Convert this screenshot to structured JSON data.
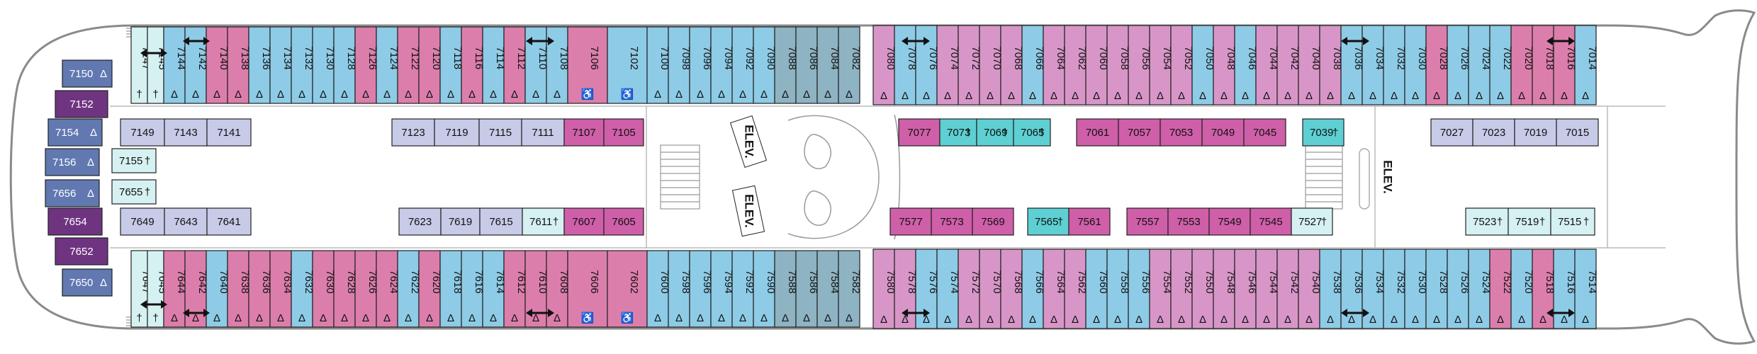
{
  "legend_colors": {
    "interior": "#c7cbe8",
    "oceanview": "#8ecbe6",
    "balcony": "#dc7eab",
    "balcony_alt": "#d896c8",
    "spa": "#5ecfd2",
    "deluxe": "#cf5fa8",
    "aqua": "#d6f1f1",
    "suite_blue": "#6178b1",
    "suite_purple": "#6f3480",
    "slate": "#8eb3c2"
  },
  "symbols": {
    "access": "Δ",
    "sofa": "†",
    "wheelchair": "♿"
  },
  "elevator_label": "ELEV.",
  "top_aft_cabins": [
    {
      "n": "7147",
      "c": "aqua",
      "s": "†"
    },
    {
      "n": "7145",
      "c": "aqua",
      "s": "†"
    },
    {
      "n": "7144",
      "c": "oceanview",
      "s": "Δ"
    },
    {
      "n": "7142",
      "c": "oceanview",
      "s": "Δ"
    },
    {
      "n": "7140",
      "c": "balcony",
      "s": "Δ"
    },
    {
      "n": "7138",
      "c": "balcony",
      "s": "Δ"
    },
    {
      "n": "7136",
      "c": "oceanview",
      "s": "Δ"
    },
    {
      "n": "7134",
      "c": "oceanview",
      "s": "Δ"
    },
    {
      "n": "7132",
      "c": "oceanview",
      "s": "Δ"
    },
    {
      "n": "7130",
      "c": "oceanview",
      "s": "Δ"
    },
    {
      "n": "7128",
      "c": "oceanview",
      "s": "Δ"
    },
    {
      "n": "7126",
      "c": "balcony",
      "s": "Δ"
    },
    {
      "n": "7124",
      "c": "oceanview",
      "s": "Δ"
    },
    {
      "n": "7122",
      "c": "balcony",
      "s": "Δ"
    },
    {
      "n": "7120",
      "c": "balcony",
      "s": "Δ"
    },
    {
      "n": "7118",
      "c": "oceanview",
      "s": "Δ"
    },
    {
      "n": "7116",
      "c": "balcony",
      "s": "Δ"
    },
    {
      "n": "7114",
      "c": "oceanview",
      "s": "Δ"
    },
    {
      "n": "7112",
      "c": "balcony",
      "s": "Δ"
    },
    {
      "n": "7110",
      "c": "oceanview",
      "s": "Δ"
    },
    {
      "n": "7108",
      "c": "oceanview",
      "s": "Δ"
    },
    {
      "n": "7106",
      "c": "balcony",
      "s": "♿"
    },
    {
      "n": "7102",
      "c": "oceanview",
      "s": "♿"
    },
    {
      "n": "7100",
      "c": "oceanview",
      "s": "Δ"
    },
    {
      "n": "7098",
      "c": "oceanview",
      "s": "Δ"
    },
    {
      "n": "7096",
      "c": "oceanview",
      "s": "Δ"
    },
    {
      "n": "7094",
      "c": "oceanview",
      "s": "Δ"
    },
    {
      "n": "7092",
      "c": "oceanview",
      "s": "Δ"
    },
    {
      "n": "7090",
      "c": "oceanview",
      "s": "Δ"
    },
    {
      "n": "7088",
      "c": "slate",
      "s": "Δ"
    },
    {
      "n": "7086",
      "c": "slate",
      "s": "Δ"
    },
    {
      "n": "7084",
      "c": "slate",
      "s": "Δ"
    },
    {
      "n": "7082",
      "c": "slate",
      "s": "Δ"
    }
  ],
  "top_fwd_cabins": [
    {
      "n": "7080",
      "c": "balcony_alt",
      "s": "Δ"
    },
    {
      "n": "7078",
      "c": "oceanview",
      "s": "Δ"
    },
    {
      "n": "7076",
      "c": "oceanview",
      "s": "Δ"
    },
    {
      "n": "7074",
      "c": "balcony_alt",
      "s": "Δ"
    },
    {
      "n": "7072",
      "c": "balcony_alt",
      "s": "Δ"
    },
    {
      "n": "7070",
      "c": "balcony_alt",
      "s": "Δ"
    },
    {
      "n": "7068",
      "c": "balcony_alt",
      "s": "Δ"
    },
    {
      "n": "7066",
      "c": "oceanview",
      "s": "Δ"
    },
    {
      "n": "7064",
      "c": "balcony_alt",
      "s": "Δ"
    },
    {
      "n": "7062",
      "c": "balcony_alt",
      "s": "Δ"
    },
    {
      "n": "7060",
      "c": "balcony_alt",
      "s": "Δ"
    },
    {
      "n": "7058",
      "c": "balcony_alt",
      "s": "Δ"
    },
    {
      "n": "7056",
      "c": "balcony_alt",
      "s": "Δ"
    },
    {
      "n": "7054",
      "c": "balcony_alt",
      "s": "Δ"
    },
    {
      "n": "7052",
      "c": "balcony_alt",
      "s": "Δ"
    },
    {
      "n": "7050",
      "c": "oceanview",
      "s": "Δ"
    },
    {
      "n": "7048",
      "c": "balcony_alt",
      "s": "Δ"
    },
    {
      "n": "7046",
      "c": "oceanview",
      "s": "Δ"
    },
    {
      "n": "7044",
      "c": "balcony_alt",
      "s": "Δ"
    },
    {
      "n": "7042",
      "c": "balcony_alt",
      "s": "Δ"
    },
    {
      "n": "7040",
      "c": "balcony_alt",
      "s": "Δ"
    },
    {
      "n": "7038",
      "c": "balcony_alt",
      "s": "Δ"
    },
    {
      "n": "7036",
      "c": "oceanview",
      "s": "Δ"
    },
    {
      "n": "7034",
      "c": "oceanview",
      "s": "Δ"
    },
    {
      "n": "7032",
      "c": "oceanview",
      "s": "Δ"
    },
    {
      "n": "7030",
      "c": "oceanview",
      "s": "Δ"
    },
    {
      "n": "7028",
      "c": "balcony",
      "s": "Δ"
    },
    {
      "n": "7026",
      "c": "oceanview",
      "s": "Δ"
    },
    {
      "n": "7024",
      "c": "oceanview",
      "s": "Δ"
    },
    {
      "n": "7022",
      "c": "oceanview",
      "s": "Δ"
    },
    {
      "n": "7020",
      "c": "balcony",
      "s": "Δ"
    },
    {
      "n": "7018",
      "c": "balcony",
      "s": "Δ"
    },
    {
      "n": "7016",
      "c": "balcony",
      "s": "Δ"
    },
    {
      "n": "7014",
      "c": "oceanview",
      "s": "Δ"
    }
  ],
  "bottom_aft_cabins": [
    {
      "n": "7647",
      "c": "aqua",
      "s": "†"
    },
    {
      "n": "7645",
      "c": "aqua",
      "s": "†"
    },
    {
      "n": "7644",
      "c": "balcony",
      "s": "Δ"
    },
    {
      "n": "7642",
      "c": "balcony",
      "s": "Δ"
    },
    {
      "n": "7640",
      "c": "oceanview",
      "s": "Δ"
    },
    {
      "n": "7638",
      "c": "balcony",
      "s": "Δ"
    },
    {
      "n": "7636",
      "c": "balcony",
      "s": "Δ"
    },
    {
      "n": "7634",
      "c": "balcony",
      "s": "Δ"
    },
    {
      "n": "7632",
      "c": "oceanview",
      "s": "Δ"
    },
    {
      "n": "7630",
      "c": "balcony",
      "s": "Δ"
    },
    {
      "n": "7628",
      "c": "balcony",
      "s": "Δ"
    },
    {
      "n": "7626",
      "c": "balcony",
      "s": "Δ"
    },
    {
      "n": "7624",
      "c": "balcony",
      "s": "Δ"
    },
    {
      "n": "7622",
      "c": "oceanview",
      "s": "Δ"
    },
    {
      "n": "7620",
      "c": "balcony",
      "s": "Δ"
    },
    {
      "n": "7618",
      "c": "oceanview",
      "s": "Δ"
    },
    {
      "n": "7616",
      "c": "oceanview",
      "s": "Δ"
    },
    {
      "n": "7614",
      "c": "oceanview",
      "s": "Δ"
    },
    {
      "n": "7612",
      "c": "balcony",
      "s": "Δ"
    },
    {
      "n": "7610",
      "c": "balcony",
      "s": "Δ"
    },
    {
      "n": "7608",
      "c": "balcony",
      "s": "Δ"
    },
    {
      "n": "7606",
      "c": "balcony",
      "s": "♿"
    },
    {
      "n": "7602",
      "c": "balcony",
      "s": "♿"
    },
    {
      "n": "7600",
      "c": "oceanview",
      "s": "Δ"
    },
    {
      "n": "7598",
      "c": "oceanview",
      "s": "Δ"
    },
    {
      "n": "7596",
      "c": "oceanview",
      "s": "Δ"
    },
    {
      "n": "7594",
      "c": "oceanview",
      "s": "Δ"
    },
    {
      "n": "7592",
      "c": "oceanview",
      "s": "Δ"
    },
    {
      "n": "7590",
      "c": "oceanview",
      "s": "Δ"
    },
    {
      "n": "7588",
      "c": "slate",
      "s": "Δ"
    },
    {
      "n": "7586",
      "c": "slate",
      "s": "Δ"
    },
    {
      "n": "7584",
      "c": "slate",
      "s": "Δ"
    },
    {
      "n": "7582",
      "c": "slate",
      "s": "Δ"
    }
  ],
  "bottom_fwd_cabins": [
    {
      "n": "7580",
      "c": "balcony_alt",
      "s": "Δ"
    },
    {
      "n": "7578",
      "c": "balcony_alt",
      "s": "Δ"
    },
    {
      "n": "7576",
      "c": "oceanview",
      "s": "Δ"
    },
    {
      "n": "7574",
      "c": "oceanview",
      "s": "Δ"
    },
    {
      "n": "7572",
      "c": "balcony_alt",
      "s": "Δ"
    },
    {
      "n": "7570",
      "c": "balcony_alt",
      "s": "Δ"
    },
    {
      "n": "7568",
      "c": "balcony_alt",
      "s": "Δ"
    },
    {
      "n": "7566",
      "c": "oceanview",
      "s": "Δ"
    },
    {
      "n": "7564",
      "c": "balcony_alt",
      "s": "Δ"
    },
    {
      "n": "7562",
      "c": "balcony_alt",
      "s": "Δ"
    },
    {
      "n": "7560",
      "c": "oceanview",
      "s": "Δ"
    },
    {
      "n": "7558",
      "c": "oceanview",
      "s": "Δ"
    },
    {
      "n": "7556",
      "c": "oceanview",
      "s": "Δ"
    },
    {
      "n": "7554",
      "c": "balcony_alt",
      "s": "Δ"
    },
    {
      "n": "7552",
      "c": "balcony_alt",
      "s": "Δ"
    },
    {
      "n": "7550",
      "c": "balcony_alt",
      "s": "Δ"
    },
    {
      "n": "7548",
      "c": "balcony_alt",
      "s": "Δ"
    },
    {
      "n": "7546",
      "c": "balcony_alt",
      "s": "Δ"
    },
    {
      "n": "7544",
      "c": "balcony_alt",
      "s": "Δ"
    },
    {
      "n": "7542",
      "c": "balcony_alt",
      "s": "Δ"
    },
    {
      "n": "7540",
      "c": "balcony_alt",
      "s": "Δ"
    },
    {
      "n": "7538",
      "c": "oceanview",
      "s": "Δ"
    },
    {
      "n": "7536",
      "c": "oceanview",
      "s": "Δ"
    },
    {
      "n": "7534",
      "c": "oceanview",
      "s": "Δ"
    },
    {
      "n": "7532",
      "c": "oceanview",
      "s": "Δ"
    },
    {
      "n": "7530",
      "c": "oceanview",
      "s": "Δ"
    },
    {
      "n": "7528",
      "c": "oceanview",
      "s": "Δ"
    },
    {
      "n": "7526",
      "c": "oceanview",
      "s": "Δ"
    },
    {
      "n": "7524",
      "c": "oceanview",
      "s": "Δ"
    },
    {
      "n": "7522",
      "c": "balcony",
      "s": "Δ"
    },
    {
      "n": "7520",
      "c": "oceanview",
      "s": "Δ"
    },
    {
      "n": "7518",
      "c": "balcony",
      "s": "Δ"
    },
    {
      "n": "7516",
      "c": "oceanview",
      "s": "Δ"
    },
    {
      "n": "7514",
      "c": "oceanview",
      "s": "Δ"
    }
  ],
  "aft_suites": [
    {
      "n": "7150",
      "c": "suite_blue",
      "s": "Δ"
    },
    {
      "n": "7152",
      "c": "suite_purple",
      "s": ""
    },
    {
      "n": "7154",
      "c": "suite_blue",
      "s": "Δ"
    },
    {
      "n": "7156",
      "c": "suite_blue",
      "s": "Δ"
    },
    {
      "n": "7656",
      "c": "suite_blue",
      "s": "Δ"
    },
    {
      "n": "7654",
      "c": "suite_purple",
      "s": ""
    },
    {
      "n": "7652",
      "c": "suite_purple",
      "s": ""
    },
    {
      "n": "7650",
      "c": "suite_blue",
      "s": "Δ"
    }
  ],
  "inner_stack": [
    {
      "n": "7155",
      "c": "aqua",
      "s": "†"
    },
    {
      "n": "7655",
      "c": "aqua",
      "s": "†"
    }
  ],
  "interior_upper_row": [
    {
      "n": "7149",
      "c": "interior",
      "s": ""
    },
    {
      "n": "7143",
      "c": "interior",
      "s": ""
    },
    {
      "n": "7141",
      "c": "interior",
      "s": ""
    },
    {
      "n": "7123",
      "c": "interior",
      "s": ""
    },
    {
      "n": "7119",
      "c": "interior",
      "s": ""
    },
    {
      "n": "7115",
      "c": "interior",
      "s": ""
    },
    {
      "n": "7111",
      "c": "interior",
      "s": ""
    },
    {
      "n": "7107",
      "c": "deluxe",
      "s": ""
    },
    {
      "n": "7105",
      "c": "deluxe",
      "s": ""
    },
    {
      "n": "7077",
      "c": "deluxe",
      "s": ""
    },
    {
      "n": "7073",
      "c": "spa",
      "s": "†"
    },
    {
      "n": "7069",
      "c": "spa",
      "s": "†"
    },
    {
      "n": "7065",
      "c": "spa",
      "s": "†"
    },
    {
      "n": "7061",
      "c": "deluxe",
      "s": ""
    },
    {
      "n": "7057",
      "c": "deluxe",
      "s": ""
    },
    {
      "n": "7053",
      "c": "deluxe",
      "s": ""
    },
    {
      "n": "7049",
      "c": "deluxe",
      "s": ""
    },
    {
      "n": "7045",
      "c": "deluxe",
      "s": ""
    },
    {
      "n": "7039",
      "c": "spa",
      "s": "†"
    },
    {
      "n": "7027",
      "c": "interior",
      "s": ""
    },
    {
      "n": "7023",
      "c": "interior",
      "s": ""
    },
    {
      "n": "7019",
      "c": "interior",
      "s": ""
    },
    {
      "n": "7015",
      "c": "interior",
      "s": ""
    }
  ],
  "interior_lower_row": [
    {
      "n": "7649",
      "c": "interior",
      "s": ""
    },
    {
      "n": "7643",
      "c": "interior",
      "s": ""
    },
    {
      "n": "7641",
      "c": "interior",
      "s": ""
    },
    {
      "n": "7623",
      "c": "interior",
      "s": ""
    },
    {
      "n": "7619",
      "c": "interior",
      "s": ""
    },
    {
      "n": "7615",
      "c": "interior",
      "s": ""
    },
    {
      "n": "7611",
      "c": "aqua",
      "s": "†"
    },
    {
      "n": "7607",
      "c": "deluxe",
      "s": ""
    },
    {
      "n": "7605",
      "c": "deluxe",
      "s": ""
    },
    {
      "n": "7577",
      "c": "deluxe",
      "s": ""
    },
    {
      "n": "7573",
      "c": "deluxe",
      "s": ""
    },
    {
      "n": "7569",
      "c": "deluxe",
      "s": ""
    },
    {
      "n": "7565",
      "c": "spa",
      "s": "†"
    },
    {
      "n": "7561",
      "c": "deluxe",
      "s": ""
    },
    {
      "n": "7557",
      "c": "deluxe",
      "s": ""
    },
    {
      "n": "7553",
      "c": "deluxe",
      "s": ""
    },
    {
      "n": "7549",
      "c": "deluxe",
      "s": ""
    },
    {
      "n": "7545",
      "c": "deluxe",
      "s": ""
    },
    {
      "n": "7527",
      "c": "aqua",
      "s": "†"
    },
    {
      "n": "7523",
      "c": "aqua",
      "s": "†"
    },
    {
      "n": "7519",
      "c": "aqua",
      "s": "†"
    },
    {
      "n": "7515",
      "c": "aqua",
      "s": "†"
    }
  ]
}
